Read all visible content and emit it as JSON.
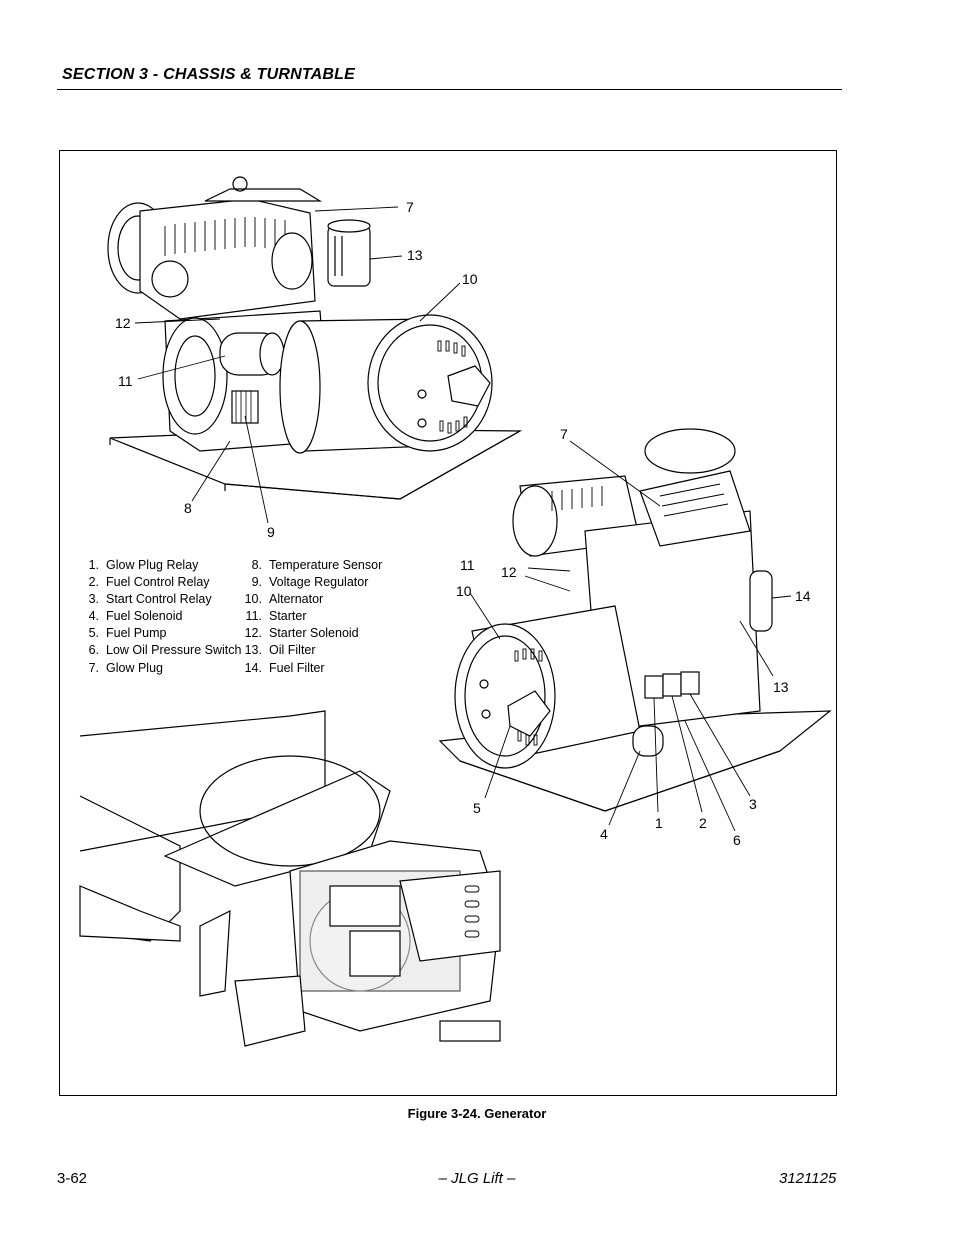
{
  "header": {
    "section_title": "SECTION 3 - CHASSIS & TURNTABLE"
  },
  "figure": {
    "caption": "Figure 3-24.  Generator",
    "legend": {
      "col1": [
        {
          "num": "1.",
          "label": "Glow Plug Relay"
        },
        {
          "num": "2.",
          "label": "Fuel Control Relay"
        },
        {
          "num": "3.",
          "label": "Start Control Relay"
        },
        {
          "num": "4.",
          "label": "Fuel Solenoid"
        },
        {
          "num": "5.",
          "label": "Fuel Pump"
        },
        {
          "num": "6.",
          "label": "Low Oil Pressure Switch"
        },
        {
          "num": "7.",
          "label": "Glow Plug"
        }
      ],
      "col2": [
        {
          "num": "8.",
          "label": "Temperature Sensor"
        },
        {
          "num": "9.",
          "label": "Voltage Regulator"
        },
        {
          "num": "10.",
          "label": "Alternator"
        },
        {
          "num": "11.",
          "label": "Starter"
        },
        {
          "num": "12.",
          "label": "Starter Solenoid"
        },
        {
          "num": "13.",
          "label": "Oil Filter"
        },
        {
          "num": "14.",
          "label": "Fuel Filter"
        }
      ]
    },
    "callouts_top": [
      "7",
      "13",
      "10",
      "12",
      "11",
      "8",
      "9"
    ],
    "callouts_right": [
      "7",
      "11",
      "12",
      "10",
      "14",
      "13",
      "5",
      "4",
      "1",
      "2",
      "3",
      "6"
    ]
  },
  "footer": {
    "page_number": "3-62",
    "center_text": "– JLG Lift –",
    "doc_number": "3121125"
  }
}
